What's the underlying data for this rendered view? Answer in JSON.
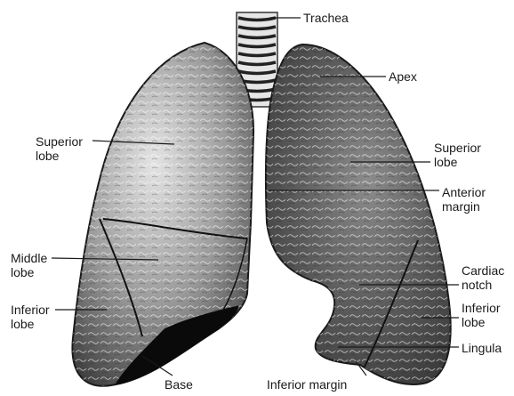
{
  "labels": {
    "trachea": [
      "Trachea"
    ],
    "apex": [
      "Apex"
    ],
    "superior_lobe_right": [
      "Superior",
      "lobe"
    ],
    "superior_lobe_left": [
      "Superior",
      "lobe"
    ],
    "anterior_margin": [
      "Anterior",
      "margin"
    ],
    "middle_lobe": [
      "Middle",
      "lobe"
    ],
    "cardiac_notch": [
      "Cardiac",
      "notch"
    ],
    "inferior_lobe_right": [
      "Inferior",
      "lobe"
    ],
    "inferior_lobe_left": [
      "Inferior",
      "lobe"
    ],
    "lingula": [
      "Lingula"
    ],
    "base": [
      "Base"
    ],
    "inferior_margin": [
      "Inferior margin"
    ]
  },
  "colors": {
    "lung_light": "#d9d9d9",
    "lung_mid": "#8a8a8a",
    "lung_dark": "#3a3a3a",
    "cartilage": "#e6e6e6",
    "base_shadow": "#0a0a0a",
    "leader_line": "#1a1a1a"
  }
}
